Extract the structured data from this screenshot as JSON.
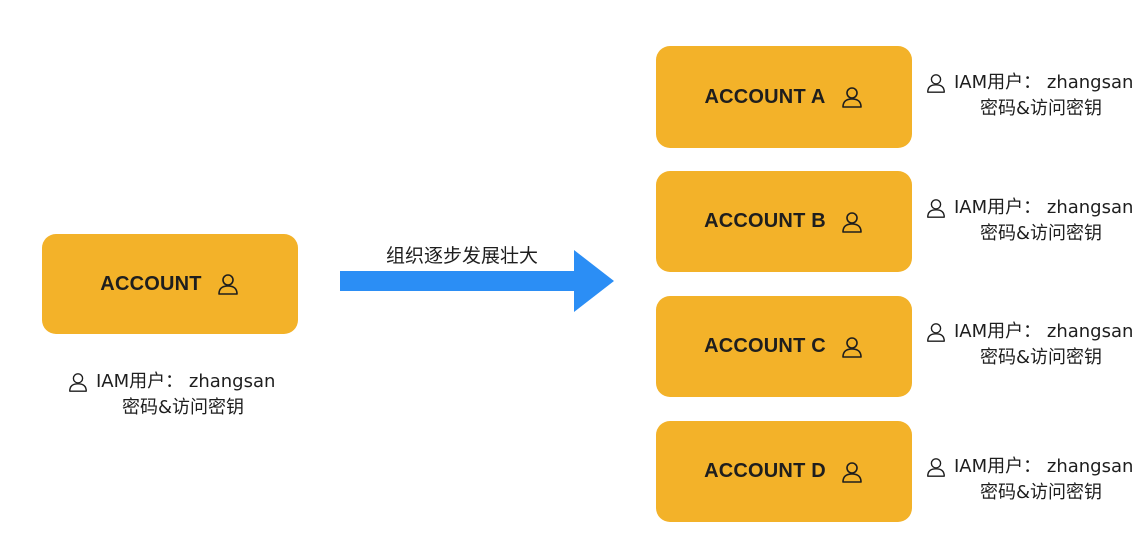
{
  "left": {
    "account_label": "ACCOUNT",
    "iam_user": "IAM用户： zhangsan",
    "credentials": "密码&访问密钥"
  },
  "arrow": {
    "caption": "组织逐步发展壮大",
    "color": "#2b8ef5"
  },
  "right": {
    "accounts": [
      {
        "label": "ACCOUNT A",
        "iam_user": "IAM用户： zhangsan",
        "credentials": "密码&访问密钥"
      },
      {
        "label": "ACCOUNT B",
        "iam_user": "IAM用户： zhangsan",
        "credentials": "密码&访问密钥"
      },
      {
        "label": "ACCOUNT C",
        "iam_user": "IAM用户： zhangsan",
        "credentials": "密码&访问密钥"
      },
      {
        "label": "ACCOUNT D",
        "iam_user": "IAM用户： zhangsan",
        "credentials": "密码&访问密钥"
      }
    ]
  },
  "colors": {
    "account_fill": "#f3b229",
    "text": "#1e1e1e"
  }
}
